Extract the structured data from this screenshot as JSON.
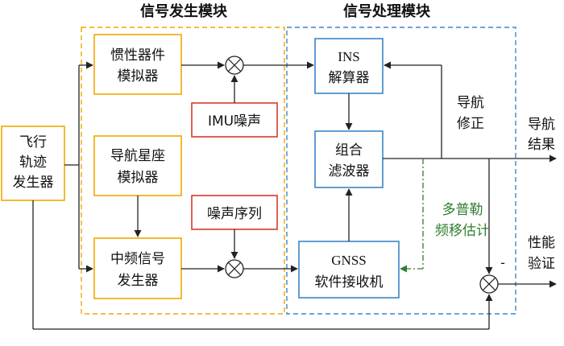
{
  "colors": {
    "orange": "#f0a800",
    "blue": "#3a86c8",
    "red": "#d93a2b",
    "green": "#2f7d2f",
    "line": "#222222"
  },
  "titles": {
    "signal_gen": "信号发生模块",
    "signal_proc": "信号处理模块"
  },
  "blocks": {
    "flight_line1": "飞行",
    "flight_line2": "轨迹",
    "flight_line3": "发生器",
    "imu_sim_line1": "惯性器件",
    "imu_sim_line2": "模拟器",
    "const_sim_line1": "导航星座",
    "const_sim_line2": "模拟器",
    "if_gen_line1": "中频信号",
    "if_gen_line2": "发生器",
    "imu_noise": "IMU噪声",
    "noise_seq": "噪声序列",
    "ins_line1": "INS",
    "ins_line2": "解算器",
    "filter_line1": "组合",
    "filter_line2": "滤波器",
    "gnss_line1": "GNSS",
    "gnss_line2": "软件接收机"
  },
  "labels": {
    "nav_corr_line1": "导航",
    "nav_corr_line2": "修正",
    "nav_result_line1": "导航",
    "nav_result_line2": "结果",
    "doppler_line1": "多普勒",
    "doppler_line2": "频移估计",
    "perf_line1": "性能",
    "perf_line2": "验证",
    "minus": "-"
  }
}
